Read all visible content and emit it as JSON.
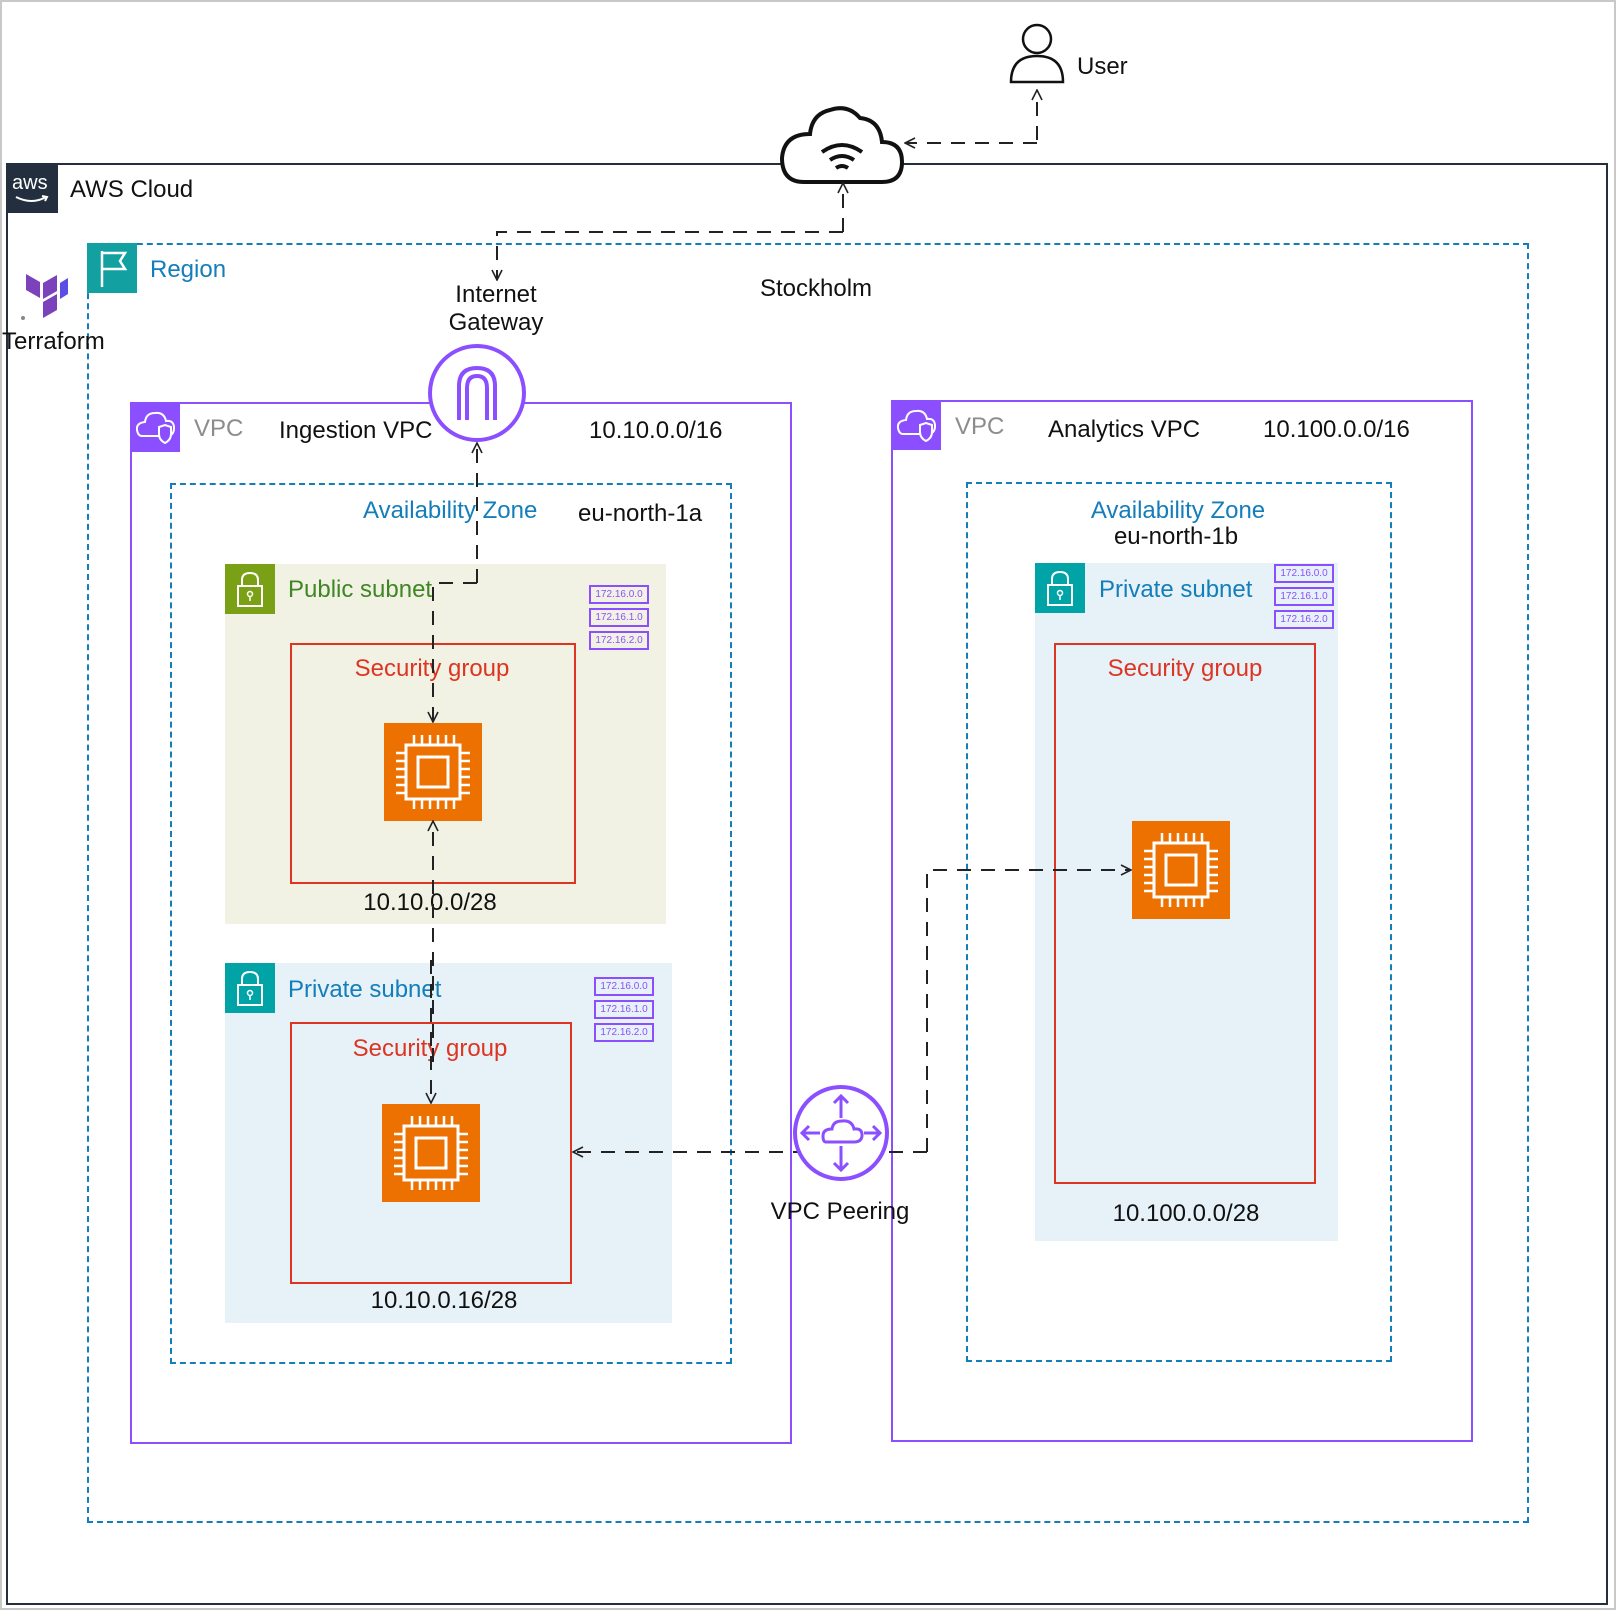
{
  "aws_cloud": {
    "label": "AWS Cloud",
    "logo_text": "aws",
    "border_color": "#232f3e"
  },
  "region": {
    "label": "Region",
    "name": "Stockholm",
    "color": "#147eba"
  },
  "terraform": {
    "label": "Terraform",
    "color": "#7b42bc"
  },
  "user": {
    "label": "User"
  },
  "internet_gateway": {
    "label_line1": "Internet",
    "label_line2": "Gateway"
  },
  "vpc_peering": {
    "label": "VPC Peering"
  },
  "ingestion_vpc": {
    "tag": "VPC",
    "name": "Ingestion VPC",
    "cidr": "10.10.0.0/16",
    "az": {
      "label": "Availability Zone",
      "name": "eu-north-1a"
    },
    "public_subnet": {
      "label": "Public subnet",
      "cidr": "10.10.0.0/28",
      "ranges": [
        "172.16.0.0",
        "172.16.1.0",
        "172.16.2.0"
      ],
      "security_group": "Security group"
    },
    "private_subnet": {
      "label": "Private subnet",
      "cidr": "10.10.0.16/28",
      "ranges": [
        "172.16.0.0",
        "172.16.1.0",
        "172.16.2.0"
      ],
      "security_group": "Security group"
    }
  },
  "analytics_vpc": {
    "tag": "VPC",
    "name": "Analytics VPC",
    "cidr": "10.100.0.0/16",
    "az": {
      "label": "Availability Zone",
      "name": "eu-north-1b"
    },
    "private_subnet": {
      "label": "Private subnet",
      "cidr": "10.100.0.0/28",
      "ranges": [
        "172.16.0.0",
        "172.16.1.0",
        "172.16.2.0"
      ],
      "security_group": "Security group"
    }
  },
  "colors": {
    "vpc": "#8c4fff",
    "security_group": "#dd3522",
    "ec2": "#ed7100",
    "public_subnet": "#7aa116",
    "private_subnet": "#00a4a6"
  },
  "icons": [
    "aws-logo",
    "region-flag-icon",
    "terraform-logo",
    "user-icon",
    "internet-cloud-icon",
    "internet-gateway-icon",
    "vpc-cloud-icon",
    "subnet-lock-icon",
    "ec2-instance-icon",
    "vpc-peering-icon",
    "cidr-ranges-icon"
  ]
}
